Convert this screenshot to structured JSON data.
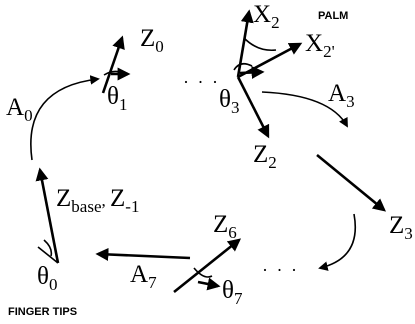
{
  "labels": {
    "z0": "Z",
    "z0_sub": "0",
    "theta1": "θ",
    "theta1_sub": "1",
    "x2": "X",
    "x2_sub": "2",
    "x2p": "X",
    "x2p_sub": "2'",
    "palm": "PALM",
    "theta3": "θ",
    "theta3_sub": "3",
    "a3": "A",
    "a3_sub": "3",
    "z2": "Z",
    "z2_sub": "2",
    "a0": "A",
    "a0_sub": "0",
    "zbase": "Z",
    "zbase_sub": "base",
    "zbase_sep": ", ",
    "zm1": "Z",
    "zm1_sub": "-1",
    "z3": "Z",
    "z3_sub": "3",
    "z6": "Z",
    "z6_sub": "6",
    "a7": "A",
    "a7_sub": "7",
    "theta0": "θ",
    "theta0_sub": "0",
    "theta7": "θ",
    "theta7_sub": "7",
    "finger_tips": "FINGER TIPS",
    "dots_top": "· · ·",
    "dots_bottom": "· · ·"
  }
}
